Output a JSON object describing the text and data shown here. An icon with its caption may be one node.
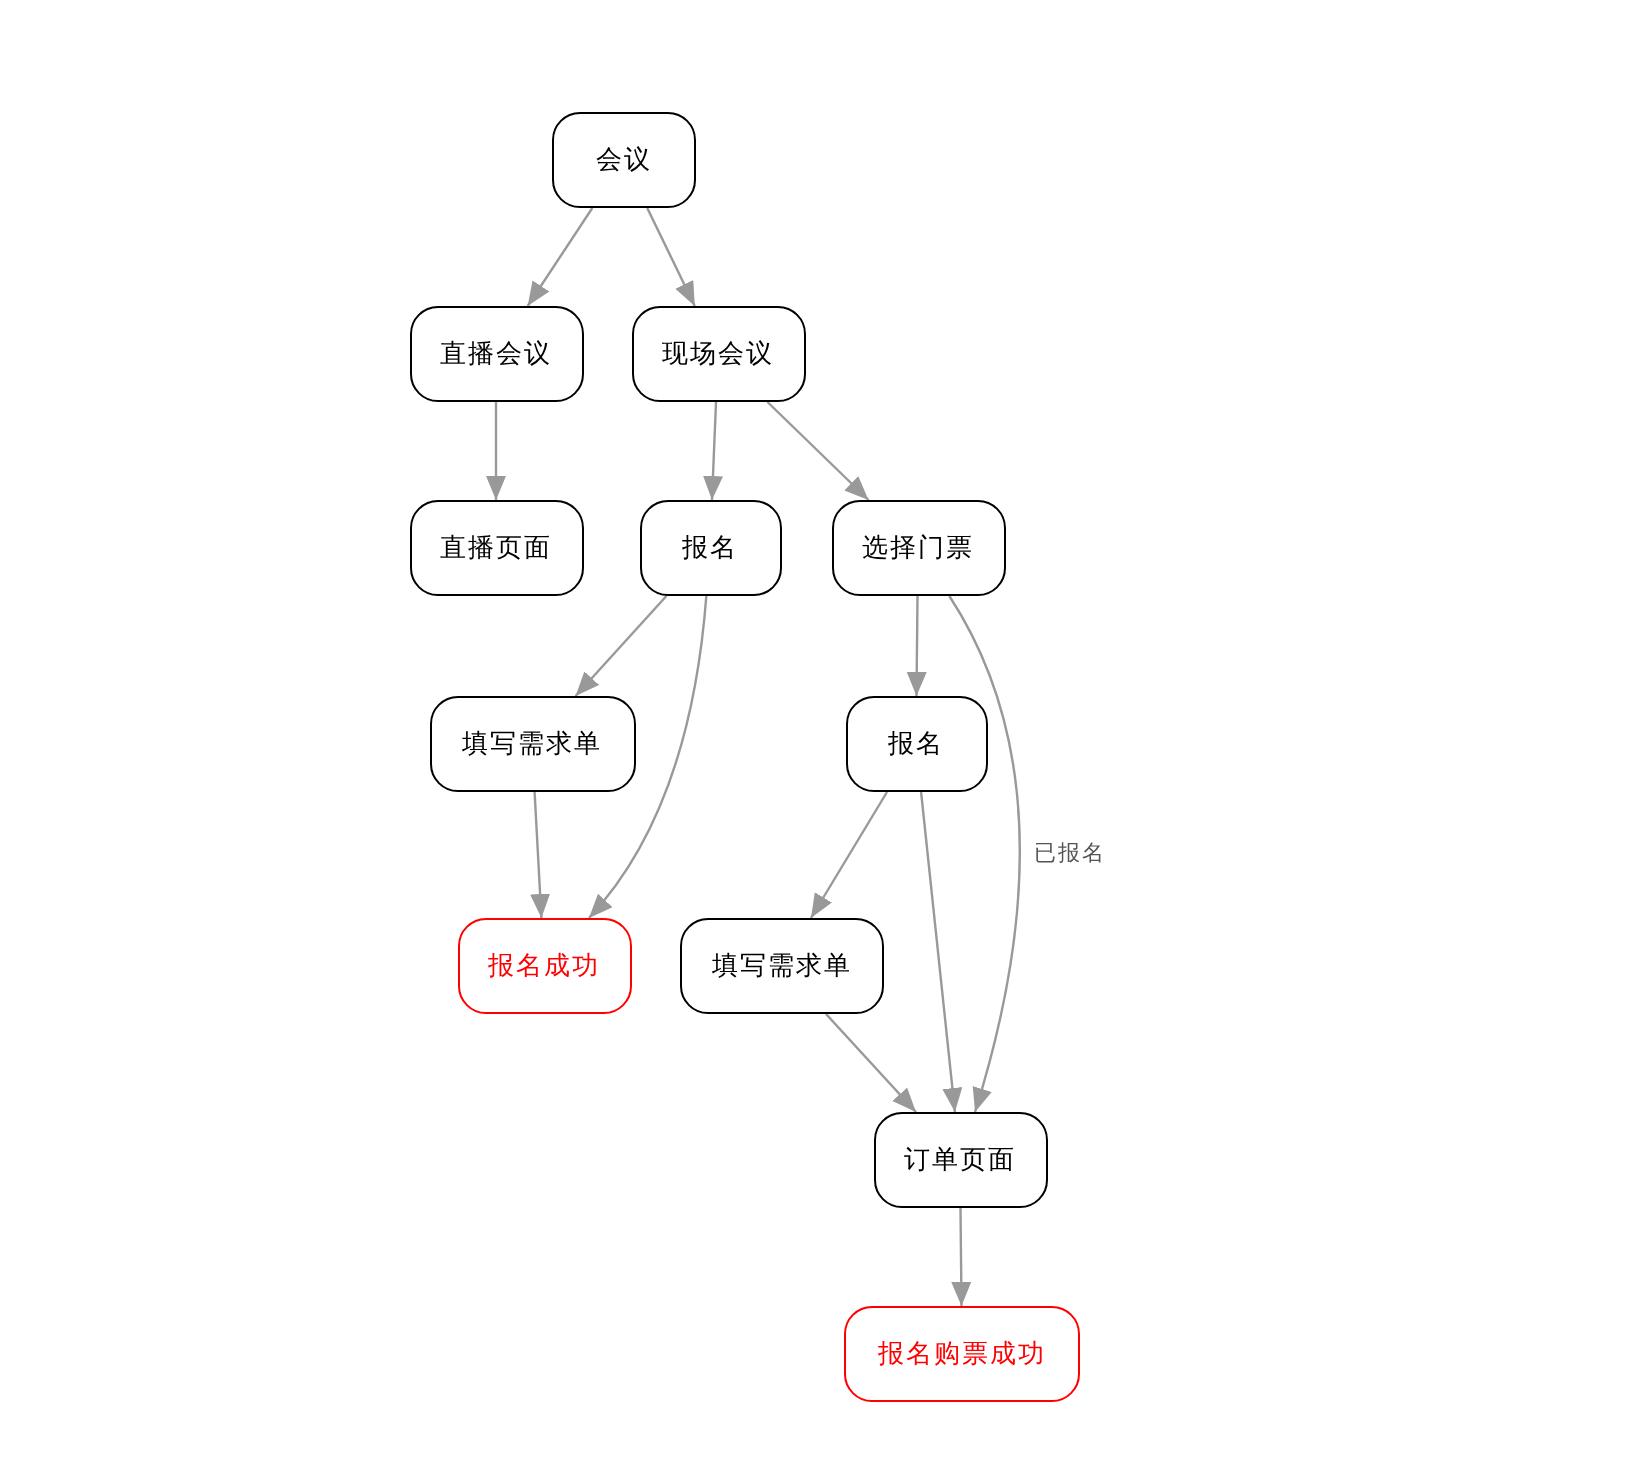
{
  "diagram": {
    "nodes": [
      {
        "text": [
          "会议"
        ]
      },
      {
        "text": [
          "直播会议"
        ]
      },
      {
        "text": [
          "现场会议"
        ]
      },
      {
        "text": [
          "直播页面"
        ]
      },
      {
        "text": [
          "报名"
        ]
      },
      {
        "text": [
          "选择门票"
        ]
      },
      {
        "text": [
          "填写需求单"
        ]
      },
      {
        "text": [
          "报名成功"
        ]
      },
      {
        "text": [
          "报名"
        ]
      },
      {
        "text": [
          "填写需求单"
        ]
      },
      {
        "text": [
          "订单页面"
        ]
      },
      {
        "text": [
          "报名购票成功"
        ]
      }
    ],
    "edges": [
      {
        "from": 0,
        "to": 1,
        "arrow": "to"
      },
      {
        "from": 0,
        "to": 2,
        "arrow": "to"
      },
      {
        "from": 1,
        "to": 3,
        "arrow": "to"
      },
      {
        "from": 2,
        "to": 4,
        "arrow": "to"
      },
      {
        "from": 2,
        "to": 5,
        "arrow": "to"
      },
      {
        "from": 4,
        "to": 6,
        "arrow": "to"
      },
      {
        "from": 4,
        "to": 7,
        "arrow": "to"
      },
      {
        "from": 6,
        "to": 7,
        "arrow": "to"
      },
      {
        "from": 5,
        "to": 8,
        "arrow": "to"
      },
      {
        "from": 5,
        "to": 10,
        "arrow": "to",
        "label": "已报名"
      },
      {
        "from": 8,
        "to": 9,
        "arrow": "to"
      },
      {
        "from": 8,
        "to": 10,
        "arrow": "to"
      },
      {
        "from": 9,
        "to": 10,
        "arrow": "to"
      },
      {
        "from": 10,
        "to": 11,
        "arrow": "to"
      }
    ]
  }
}
